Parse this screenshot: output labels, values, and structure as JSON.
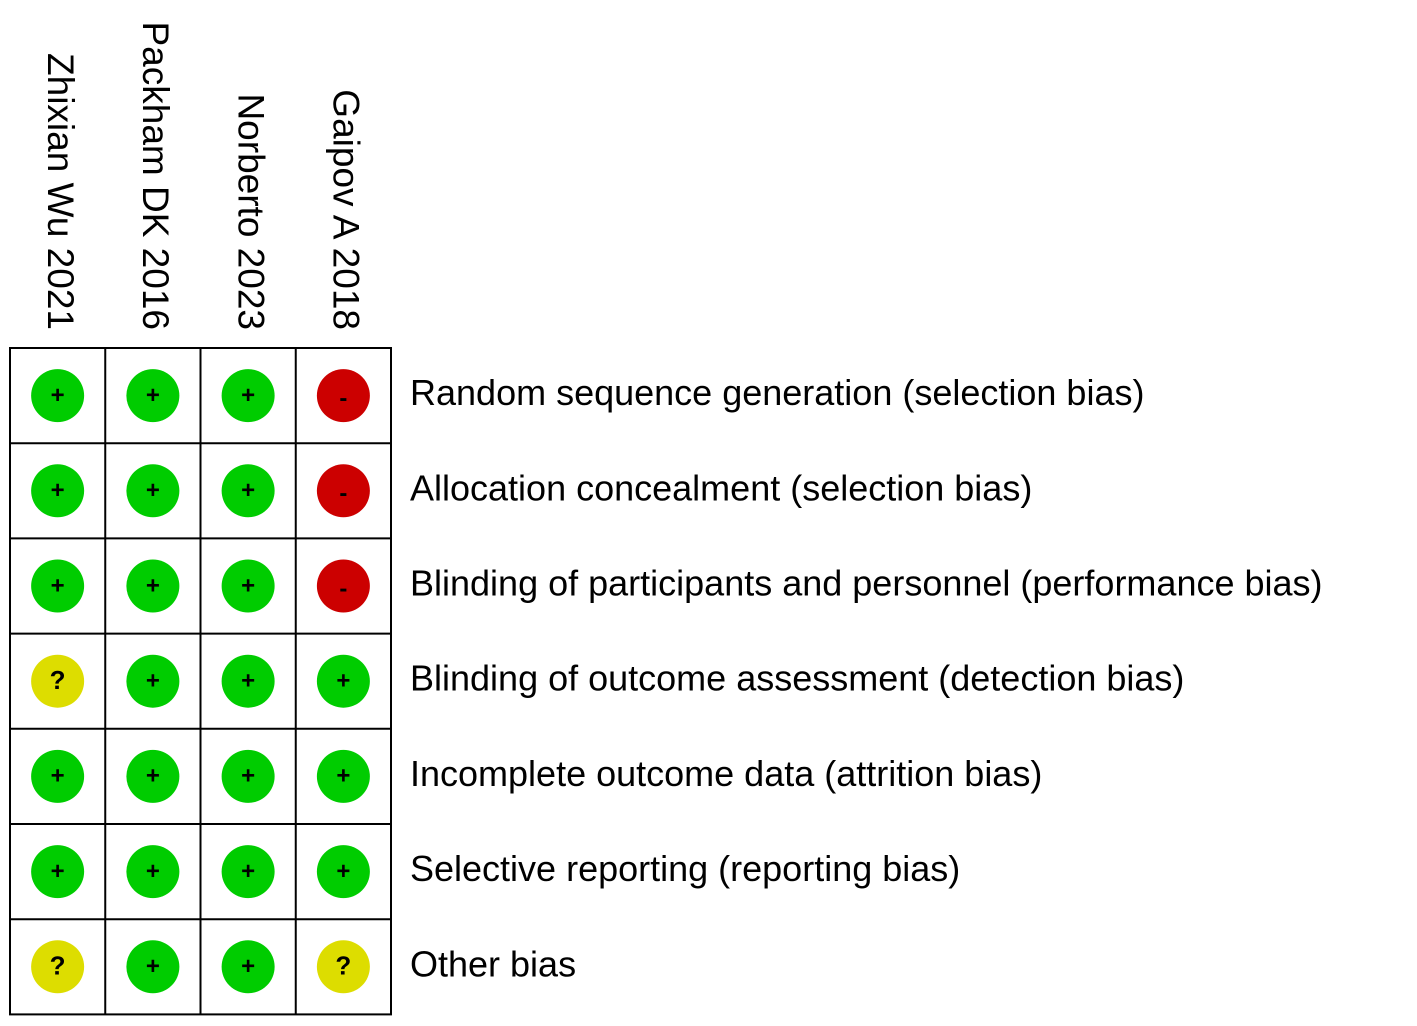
{
  "chart_data": {
    "type": "table",
    "studies": [
      "Zhixian Wu 2021",
      "Packham DK 2016",
      "Norberto 2023",
      "Gaipov A 2018"
    ],
    "domains": [
      "Random sequence generation (selection bias)",
      "Allocation concealment (selection bias)",
      "Blinding of participants and personnel (performance bias)",
      "Blinding of outcome assessment (detection bias)",
      "Incomplete outcome data (attrition bias)",
      "Selective reporting (reporting bias)",
      "Other bias"
    ],
    "judgements": [
      [
        "low",
        "low",
        "low",
        "high"
      ],
      [
        "low",
        "low",
        "low",
        "high"
      ],
      [
        "low",
        "low",
        "low",
        "high"
      ],
      [
        "unclear",
        "low",
        "low",
        "low"
      ],
      [
        "low",
        "low",
        "low",
        "low"
      ],
      [
        "low",
        "low",
        "low",
        "low"
      ],
      [
        "unclear",
        "low",
        "low",
        "unclear"
      ]
    ],
    "legend": {
      "low": {
        "symbol": "+",
        "color": "#00cc00"
      },
      "unclear": {
        "symbol": "?",
        "color": "#dddd00"
      },
      "high": {
        "symbol": "-",
        "color": "#cc0000"
      }
    }
  }
}
